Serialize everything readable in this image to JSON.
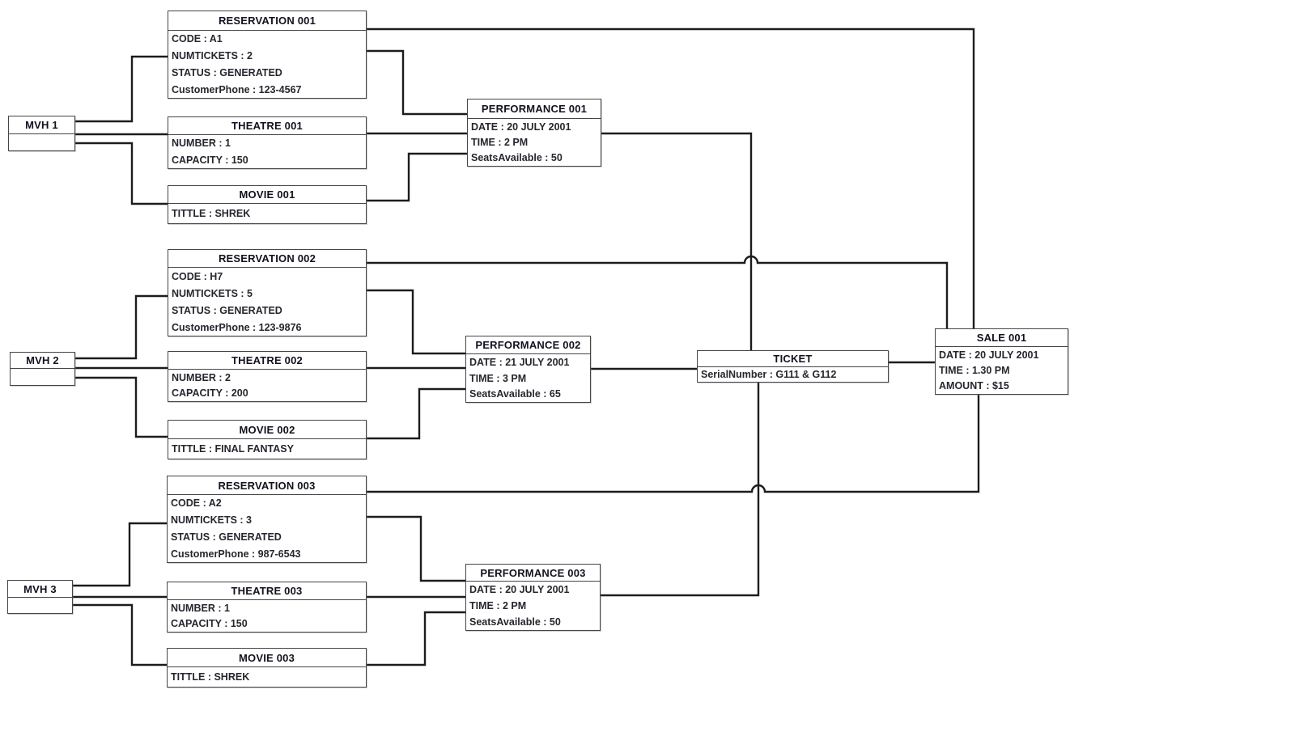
{
  "entities": {
    "mvh1": {
      "title": "MVH 1"
    },
    "mvh2": {
      "title": "MVH 2"
    },
    "mvh3": {
      "title": "MVH 3"
    },
    "reservation001": {
      "title": "RESERVATION 001",
      "rows": [
        "CODE : A1",
        "NUMTICKETS : 2",
        "STATUS : GENERATED",
        "CustomerPhone : 123-4567"
      ]
    },
    "theatre001": {
      "title": "THEATRE 001",
      "rows": [
        "NUMBER : 1",
        "CAPACITY : 150"
      ]
    },
    "movie001": {
      "title": "MOVIE 001",
      "rows": [
        "TITTLE : SHREK"
      ]
    },
    "performance001": {
      "title": "PERFORMANCE 001",
      "rows": [
        "DATE : 20 JULY 2001",
        "TIME : 2 PM",
        "SeatsAvailable : 50"
      ]
    },
    "reservation002": {
      "title": "RESERVATION 002",
      "rows": [
        "CODE : H7",
        "NUMTICKETS : 5",
        "STATUS : GENERATED",
        "CustomerPhone : 123-9876"
      ]
    },
    "theatre002": {
      "title": "THEATRE 002",
      "rows": [
        "NUMBER : 2",
        "CAPACITY : 200"
      ]
    },
    "movie002": {
      "title": "MOVIE 002",
      "rows": [
        "TITTLE : FINAL FANTASY"
      ]
    },
    "performance002": {
      "title": "PERFORMANCE 002",
      "rows": [
        "DATE : 21 JULY 2001",
        "TIME : 3 PM",
        "SeatsAvailable : 65"
      ]
    },
    "reservation003": {
      "title": "RESERVATION 003",
      "rows": [
        "CODE : A2",
        "NUMTICKETS : 3",
        "STATUS : GENERATED",
        "CustomerPhone : 987-6543"
      ]
    },
    "theatre003": {
      "title": "THEATRE 003",
      "rows": [
        "NUMBER : 1",
        "CAPACITY : 150"
      ]
    },
    "movie003": {
      "title": "MOVIE 003",
      "rows": [
        "TITTLE : SHREK"
      ]
    },
    "performance003": {
      "title": "PERFORMANCE 003",
      "rows": [
        "DATE : 20 JULY 2001",
        "TIME : 2 PM",
        "SeatsAvailable : 50"
      ]
    },
    "ticket": {
      "title": "TICKET",
      "rows": [
        "SerialNumber : G111 & G112"
      ]
    },
    "sale001": {
      "title": "SALE 001",
      "rows": [
        "DATE : 20 JULY 2001",
        "TIME : 1.30 PM",
        "AMOUNT : $15"
      ]
    }
  },
  "colors": {
    "background": "#ffffff",
    "connector": "#1c1c1c",
    "box_border": "#454545",
    "title_text": "#12121f",
    "body_text": "#26262e"
  }
}
